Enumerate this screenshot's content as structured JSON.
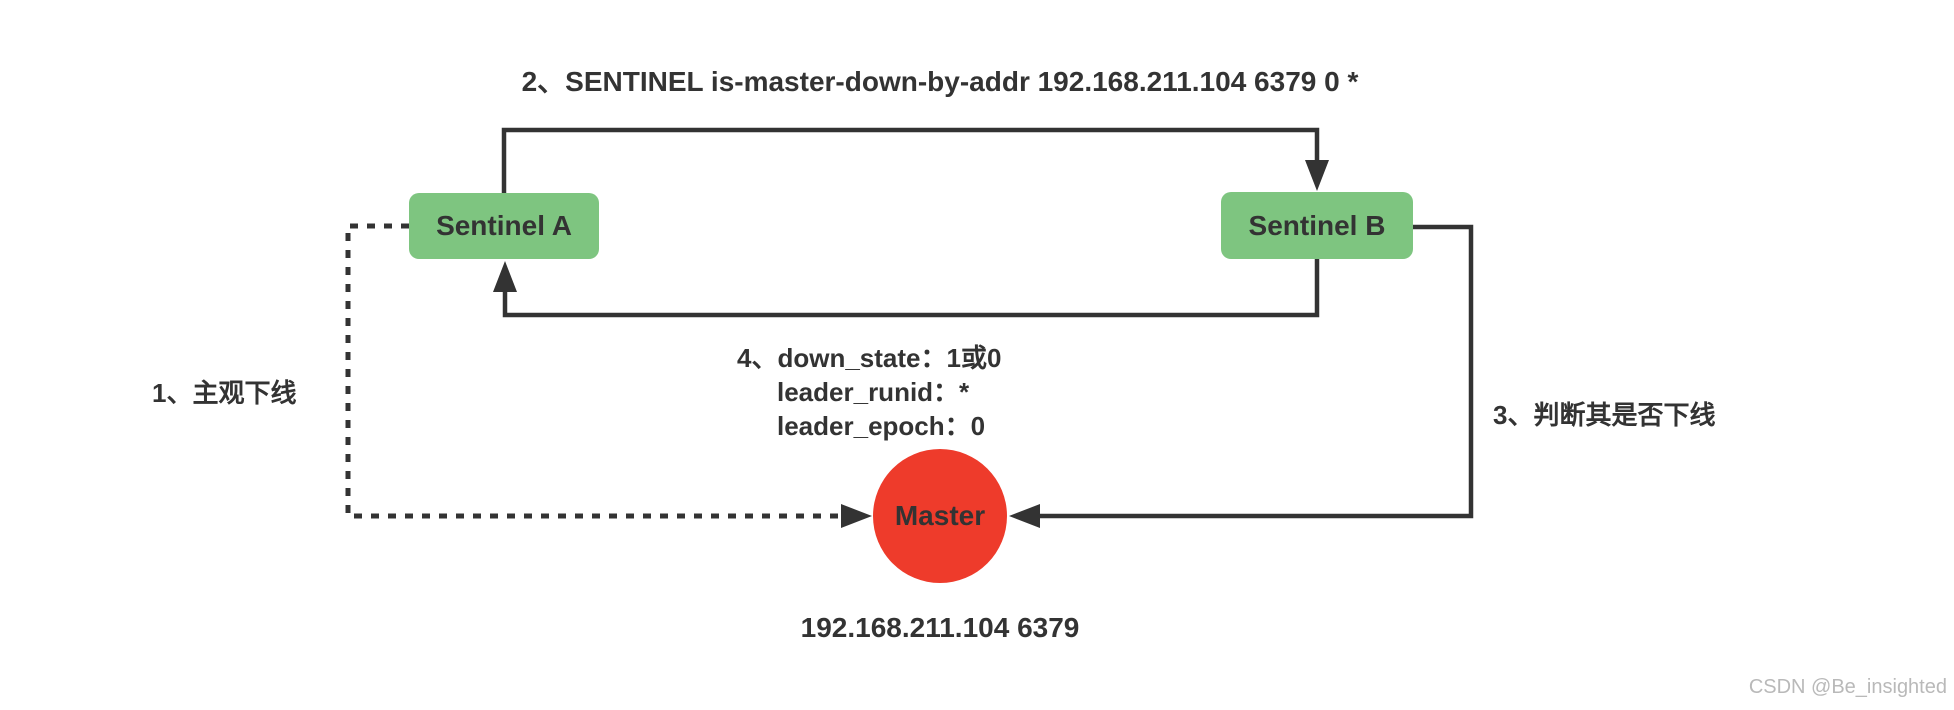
{
  "colors": {
    "node_green": "#7ec580",
    "node_red": "#ee3b2b",
    "line": "#333333",
    "text": "#333333",
    "watermark": "#b9b9b9",
    "background": "#ffffff"
  },
  "diagram": {
    "title": "2、SENTINEL is-master-down-by-addr 192.168.211.104 6379 0 *",
    "nodes": {
      "sentinel_a": "Sentinel A",
      "sentinel_b": "Sentinel B",
      "master": "Master"
    },
    "labels": {
      "step1": "1、主观下线",
      "step3": "3、判断其是否下线",
      "step4_line1": "4、down_state：1或0",
      "step4_line2": "leader_runid：*",
      "step4_line3": "leader_epoch：0",
      "master_address": "192.168.211.104 6379"
    },
    "icons": {
      "arrowhead": "filled-triangle",
      "dotted_link_style": "dashed-black-line"
    },
    "watermark": "CSDN @Be_insighted"
  }
}
